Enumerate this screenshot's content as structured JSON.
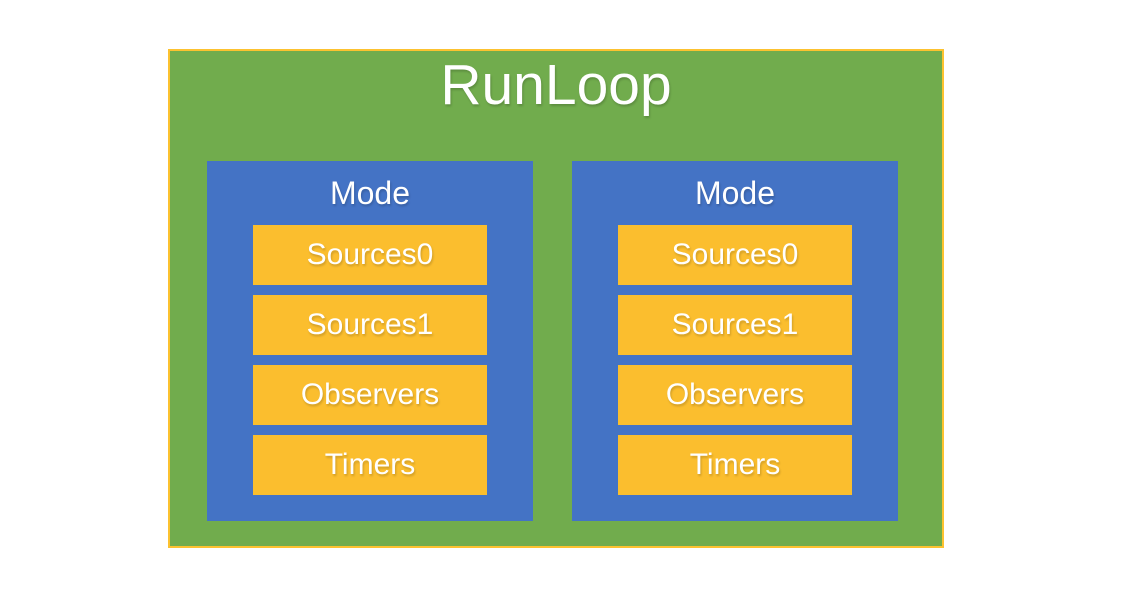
{
  "diagram": {
    "title": "RunLoop",
    "modes": [
      {
        "label": "Mode",
        "items": [
          "Sources0",
          "Sources1",
          "Observers",
          "Timers"
        ]
      },
      {
        "label": "Mode",
        "items": [
          "Sources0",
          "Sources1",
          "Observers",
          "Timers"
        ]
      }
    ],
    "colors": {
      "background": "#ffffff",
      "runloop_fill": "#71AC4D",
      "runloop_border": "#FCC230",
      "mode_fill": "#4473C5",
      "item_fill": "#FBBE2E",
      "text": "#ffffff"
    }
  }
}
